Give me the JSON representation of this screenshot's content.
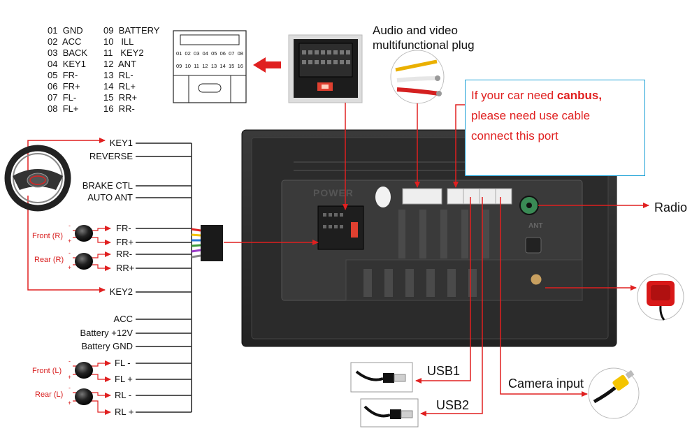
{
  "pinout": [
    {
      "num": "01",
      "name": "GND"
    },
    {
      "num": "02",
      "name": "ACC"
    },
    {
      "num": "03",
      "name": "BACK"
    },
    {
      "num": "04",
      "name": "KEY1"
    },
    {
      "num": "05",
      "name": "FR-"
    },
    {
      "num": "06",
      "name": "FR+"
    },
    {
      "num": "07",
      "name": "FL-"
    },
    {
      "num": "08",
      "name": "FL+"
    },
    {
      "num": "09",
      "name": "BATTERY"
    },
    {
      "num": "10",
      "name": "ILL"
    },
    {
      "num": "11",
      "name": "KEY2"
    },
    {
      "num": "12",
      "name": "ANT"
    },
    {
      "num": "13",
      "name": "RL-"
    },
    {
      "num": "14",
      "name": "RL+"
    },
    {
      "num": "15",
      "name": "RR+"
    },
    {
      "num": "16",
      "name": "RR-"
    }
  ],
  "connector": {
    "top_row": [
      "01",
      "02",
      "03",
      "04",
      "05",
      "06",
      "07",
      "08"
    ],
    "bottom_row": [
      "09",
      "10",
      "11",
      "12",
      "13",
      "14",
      "15",
      "16"
    ]
  },
  "av_plug": {
    "line1": "Audio and video",
    "line2": "multifunctional plug"
  },
  "canbus": {
    "line1_prefix": "If your car need ",
    "line1_bold": "canbus,",
    "line2": "please need use cable",
    "line3": "connect this port"
  },
  "power_label": "POWER",
  "ant_label": "ANT",
  "wires_left": [
    "KEY1",
    "REVERSE",
    "BRAKE CTL",
    "AUTO ANT",
    "FR-",
    "FR+",
    "RR-",
    "RR+",
    "KEY2",
    "ACC",
    "Battery +12V",
    "Battery GND",
    "FL -",
    "FL +",
    "RL -",
    "RL +"
  ],
  "speakers": [
    {
      "label": "Front (R)"
    },
    {
      "label": "Rear (R)"
    },
    {
      "label": "Front (L)"
    },
    {
      "label": "Rear (L)"
    }
  ],
  "sign_minus": "-",
  "sign_plus": "+",
  "right_labels": {
    "radio": "Radio",
    "usb1": "USB1",
    "usb2": "USB2",
    "camera": "Camera input"
  },
  "colors": {
    "arrow": "#e02020",
    "wire_dark": "#222222",
    "frame": "#1aa0d6",
    "unit": "#2f2f2f"
  }
}
